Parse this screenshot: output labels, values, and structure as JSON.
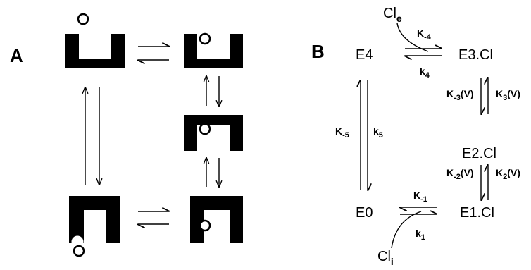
{
  "panel_a": {
    "label": "A"
  },
  "panel_b": {
    "label": "B",
    "states": {
      "e4": "E4",
      "e3": "E3.Cl",
      "e2": "E2.Cl",
      "e1": "E1.Cl",
      "e0": "E0"
    },
    "ions": {
      "cle": {
        "base": "Cl",
        "sub": "e"
      },
      "cli": {
        "base": "Cl",
        "sub": "i"
      }
    },
    "rates": {
      "k_minus4": {
        "base": "K",
        "sub": "-4"
      },
      "k4": {
        "base": "k",
        "sub": "4"
      },
      "k_minus3": {
        "base": "K",
        "sub": "-3",
        "suffix": "(V)"
      },
      "k3": {
        "base": "K",
        "sub": "3",
        "suffix": "(V)"
      },
      "k_minus2": {
        "base": "K",
        "sub": "-2",
        "suffix": "(V)"
      },
      "k2": {
        "base": "K",
        "sub": "2",
        "suffix": "(V)"
      },
      "k_minus5": {
        "base": "K",
        "sub": "-5"
      },
      "k5": {
        "base": "k",
        "sub": "5"
      },
      "k_minus1": {
        "base": "K",
        "sub": "-1"
      },
      "k1": {
        "base": "k",
        "sub": "1"
      }
    }
  }
}
